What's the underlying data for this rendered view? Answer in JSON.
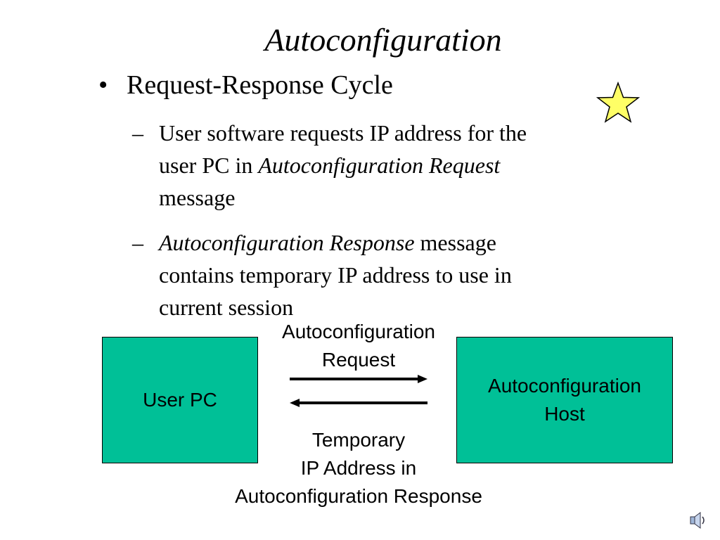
{
  "slide": {
    "title": "Autoconfiguration",
    "bullet": "Request-Response Cycle",
    "sub1": {
      "dash": "–",
      "line1": "User software requests IP address for the",
      "line2_start": "user PC in ",
      "line2_italic": "Autoconfiguration Request",
      "line3": "message"
    },
    "sub2": {
      "dash": "–",
      "line1_italic": "Autoconfiguration Response",
      "line1_rest": " message",
      "line2": "contains temporary IP address to use in",
      "line3": "current session"
    }
  },
  "diagram": {
    "user_box": "User PC",
    "host_box": {
      "line1": "Autoconfiguration",
      "line2": "Host"
    },
    "request_label": {
      "line1": "Autoconfiguration",
      "line2": "Request"
    },
    "response_label": {
      "line1": "Temporary",
      "line2": "IP Address in",
      "line3": "Autoconfiguration Response"
    },
    "box_color": "#00c097"
  },
  "icons": {
    "star": "star-icon",
    "speaker": "speaker-icon",
    "star_color": "#ffff66"
  }
}
